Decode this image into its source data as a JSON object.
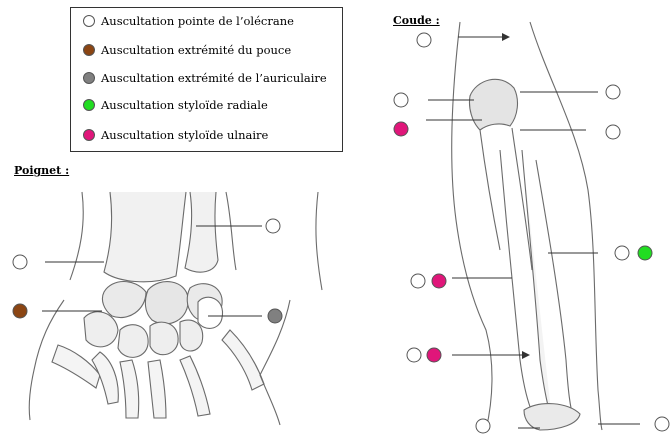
{
  "legend": {
    "items": [
      {
        "label": "Auscultation pointe de l’olécrane",
        "color": "#ffffff"
      },
      {
        "label": "Auscultation extrémité du pouce",
        "color": "#8b4513"
      },
      {
        "label": "Auscultation extrémité de l’auriculaire",
        "color": "#808080"
      },
      {
        "label": "Auscultation styloïde radiale",
        "color": "#22dd22"
      },
      {
        "label": "Auscultation styloïde ulnaire",
        "color": "#e0167a"
      }
    ]
  },
  "sections": {
    "wrist_title": "Poignet :",
    "elbow_title": "Coude :"
  },
  "colors": {
    "outline": "#6b6b6b",
    "bone_shade": "#e2e2e2",
    "marker_border": "#555555"
  }
}
